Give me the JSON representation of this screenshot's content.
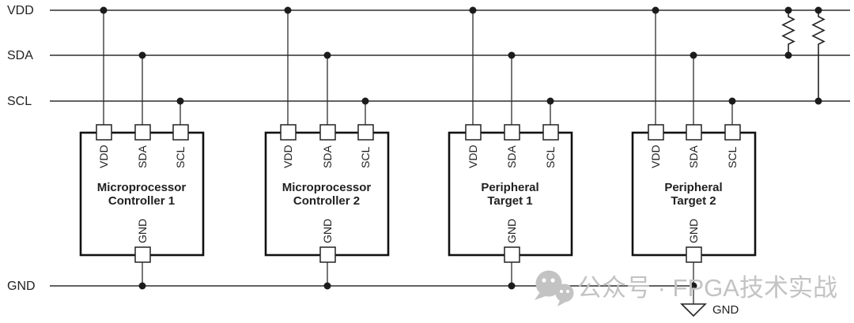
{
  "buses": [
    {
      "label": "VDD"
    },
    {
      "label": "SDA"
    },
    {
      "label": "SCL"
    },
    {
      "label": "GND"
    }
  ],
  "devices": [
    {
      "title_line1": "Microprocessor",
      "title_line2": "Controller 1",
      "top_pins": [
        "VDD",
        "SDA",
        "SCL"
      ],
      "bottom_pin": "GND"
    },
    {
      "title_line1": "Microprocessor",
      "title_line2": "Controller 2",
      "top_pins": [
        "VDD",
        "SDA",
        "SCL"
      ],
      "bottom_pin": "GND"
    },
    {
      "title_line1": "Peripheral",
      "title_line2": "Target 1",
      "top_pins": [
        "VDD",
        "SDA",
        "SCL"
      ],
      "bottom_pin": "GND"
    },
    {
      "title_line1": "Peripheral",
      "title_line2": "Target 2",
      "top_pins": [
        "VDD",
        "SDA",
        "SCL"
      ],
      "bottom_pin": "GND"
    }
  ],
  "pullup_resistors": {
    "count": 2
  },
  "ground_symbol": {
    "label": "GND"
  },
  "watermark": {
    "icon": "wechat-icon",
    "text": "公众号 · FPGA技术实战"
  },
  "colors": {
    "line": "#2e2e2e",
    "box_border": "#111111",
    "text": "#212121",
    "watermark": "#c3c3c3",
    "background": "#ffffff"
  }
}
